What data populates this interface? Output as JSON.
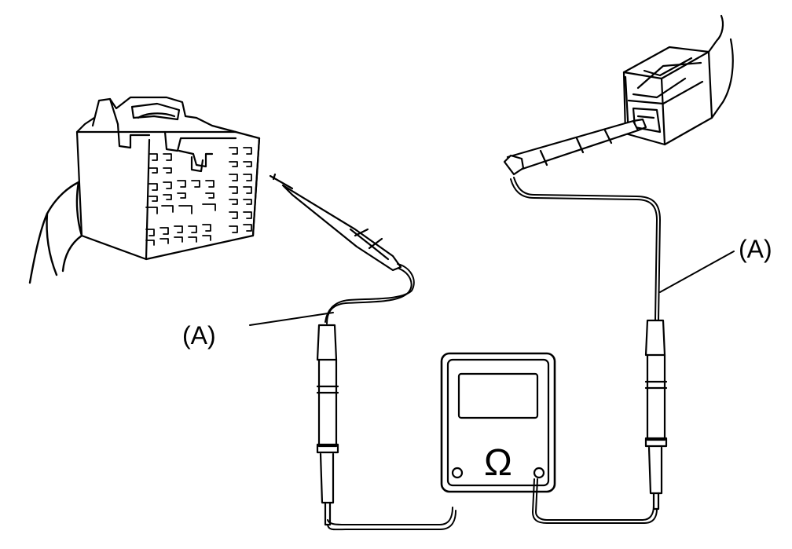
{
  "diagram": {
    "callouts": {
      "probe_lead_left": "(A)",
      "probe_lead_right": "(A)"
    },
    "meter": {
      "symbol": "Ω"
    },
    "ink_color": "#000000",
    "background_color": "#ffffff"
  }
}
